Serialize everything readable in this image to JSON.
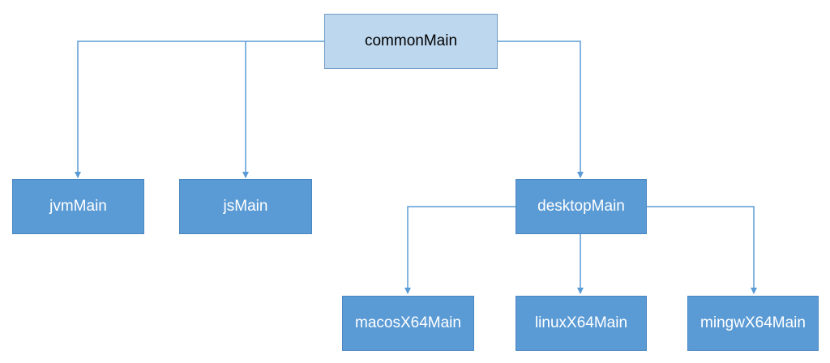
{
  "diagram": {
    "nodes": {
      "commonMain": "commonMain",
      "jvmMain": "jvmMain",
      "jsMain": "jsMain",
      "desktopMain": "desktopMain",
      "macosX64Main": "macosX64Main",
      "linuxX64Main": "linuxX64Main",
      "mingwX64Main": "mingwX64Main"
    },
    "edges": [
      {
        "from": "commonMain",
        "to": "jvmMain"
      },
      {
        "from": "commonMain",
        "to": "jsMain"
      },
      {
        "from": "commonMain",
        "to": "desktopMain"
      },
      {
        "from": "desktopMain",
        "to": "macosX64Main"
      },
      {
        "from": "desktopMain",
        "to": "linuxX64Main"
      },
      {
        "from": "desktopMain",
        "to": "mingwX64Main"
      }
    ],
    "colors": {
      "root_fill": "#bdd7ee",
      "node_fill": "#5b9bd5",
      "connector": "#5b9bd5",
      "root_text": "#000000",
      "node_text": "#ffffff"
    }
  }
}
